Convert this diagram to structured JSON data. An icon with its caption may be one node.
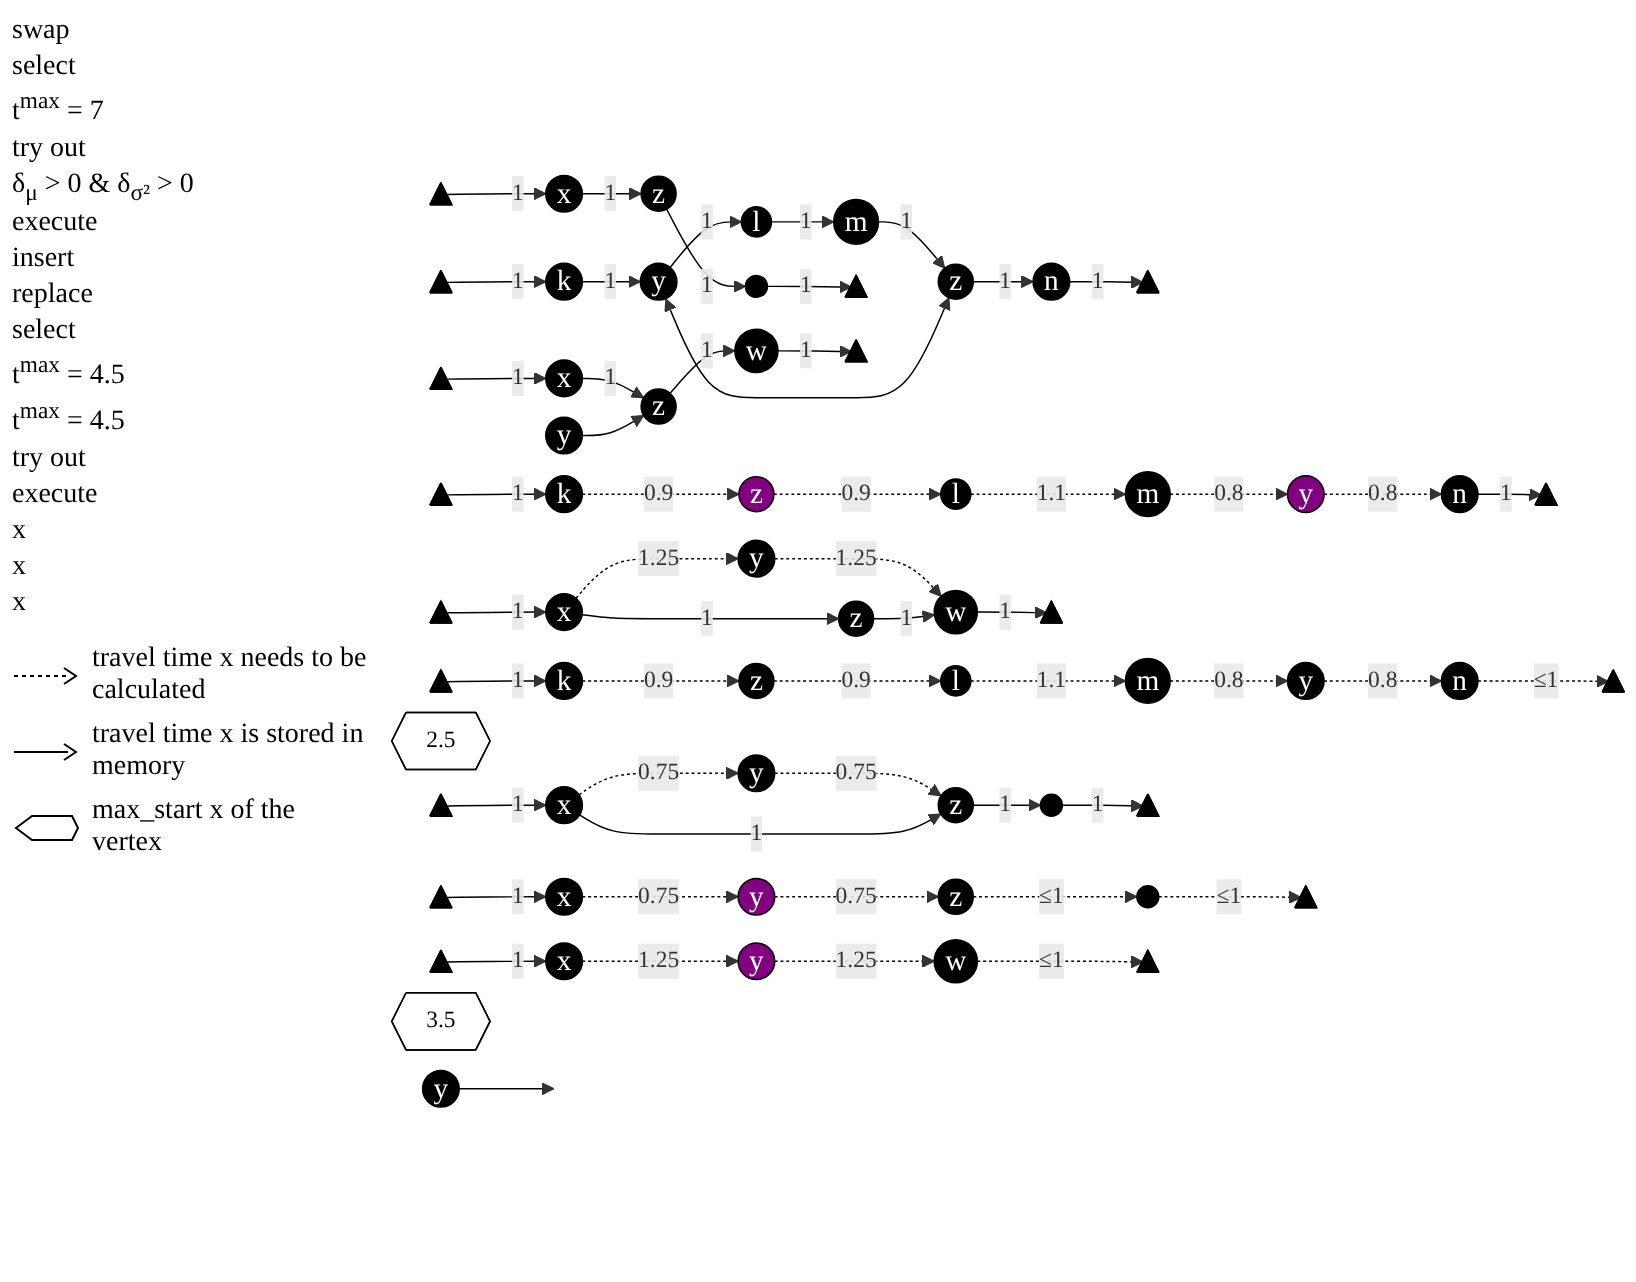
{
  "diagram": {
    "nodes": [
      {
        "text": [],
        "shape": "triangle"
      },
      {
        "text": [
          "k"
        ]
      },
      {
        "text": [
          "y"
        ]
      },
      {
        "text": [
          "l"
        ]
      },
      {
        "text": [
          "m"
        ]
      },
      {
        "text": [
          "z"
        ]
      },
      {
        "text": [
          "n"
        ]
      },
      {
        "text": [],
        "shape": "triangle"
      },
      {
        "text": [],
        "shape": "triangle"
      },
      {
        "text": [
          "k"
        ]
      },
      {
        "text": [
          "z"
        ]
      },
      {
        "text": [
          "l"
        ]
      },
      {
        "text": [
          "m"
        ]
      },
      {
        "text": [
          "y"
        ]
      },
      {
        "text": [
          "n"
        ]
      },
      {
        "text": [],
        "shape": "triangle"
      },
      {
        "text": [],
        "shape": "triangle"
      },
      {
        "text": [
          "k"
        ]
      },
      {
        "text": [
          "z"
        ]
      },
      {
        "text": [
          "l"
        ]
      },
      {
        "text": [
          "m"
        ]
      },
      {
        "text": [
          "y"
        ]
      },
      {
        "text": [
          "n"
        ]
      },
      {
        "text": [],
        "shape": "triangle"
      },
      {
        "text": [
          "y"
        ]
      },
      {
        "text": [],
        "shape": "triangle"
      },
      {
        "text": [
          "x"
        ]
      },
      {
        "text": [
          "z"
        ]
      },
      {
        "text": [],
        "shape": "circle"
      },
      {
        "text": [],
        "shape": "triangle"
      },
      {
        "text": [
          "y"
        ]
      },
      {
        "text": [],
        "shape": "triangle"
      },
      {
        "text": [
          "x"
        ]
      },
      {
        "text": [
          "z"
        ]
      },
      {
        "text": [],
        "shape": "circle"
      },
      {
        "text": [],
        "shape": "triangle"
      },
      {
        "text": [
          "2.5"
        ]
      },
      {
        "text": [],
        "shape": "triangle"
      },
      {
        "text": [
          "x"
        ]
      },
      {
        "text": [
          "y"
        ]
      },
      {
        "text": [
          "z"
        ]
      },
      {
        "text": [],
        "shape": "circle"
      },
      {
        "text": [],
        "shape": "triangle"
      },
      {
        "text": [
          "y"
        ]
      },
      {
        "text": [],
        "shape": "triangle"
      },
      {
        "text": [
          "x"
        ]
      },
      {
        "text": [
          "z"
        ]
      },
      {
        "text": [
          "w"
        ]
      },
      {
        "text": [],
        "shape": "triangle"
      },
      {
        "text": [
          "y"
        ]
      },
      {
        "text": [],
        "shape": "triangle"
      },
      {
        "text": [
          "x"
        ]
      },
      {
        "text": [
          "z"
        ]
      },
      {
        "text": [
          "w"
        ]
      },
      {
        "text": [],
        "shape": "triangle"
      },
      {
        "text": [
          "3.5"
        ]
      },
      {
        "text": [],
        "shape": "triangle"
      },
      {
        "text": [
          "x"
        ]
      },
      {
        "text": [
          "y"
        ]
      },
      {
        "text": [
          "w"
        ]
      },
      {
        "text": [],
        "shape": "triangle"
      }
    ],
    "edges": [
      {
        "from": 0,
        "to": 1,
        "arrow": "to",
        "label": "1"
      },
      {
        "from": 1,
        "to": 2,
        "arrow": "to",
        "label": "1"
      },
      {
        "from": 2,
        "to": 3,
        "arrow": "to",
        "label": "1"
      },
      {
        "from": 3,
        "to": 4,
        "arrow": "to",
        "label": "1"
      },
      {
        "from": 4,
        "to": 5,
        "arrow": "to",
        "label": "1"
      },
      {
        "from": 5,
        "to": 6,
        "arrow": "to",
        "label": "1"
      },
      {
        "from": 6,
        "to": 7,
        "arrow": "to",
        "label": "1"
      },
      {
        "from": 2,
        "to": 5,
        "arrow": "both"
      },
      {
        "from": 8,
        "to": 9,
        "arrow": "to",
        "label": "1"
      },
      {
        "from": 9,
        "to": 10,
        "arrow": "to",
        "label": "0.9",
        "style": "dashed"
      },
      {
        "from": 10,
        "to": 11,
        "arrow": "to",
        "label": "0.9",
        "style": "dashed"
      },
      {
        "from": 11,
        "to": 12,
        "arrow": "to",
        "label": "1.1",
        "style": "dashed"
      },
      {
        "from": 12,
        "to": 13,
        "arrow": "to",
        "label": "0.8",
        "style": "dashed"
      },
      {
        "from": 13,
        "to": 14,
        "arrow": "to",
        "label": "0.8",
        "style": "dashed"
      },
      {
        "from": 14,
        "to": 15,
        "arrow": "to",
        "label": "1"
      },
      {
        "from": 16,
        "to": 17,
        "arrow": "to",
        "label": "1"
      },
      {
        "from": 17,
        "to": 18,
        "arrow": "to",
        "label": "0.9",
        "style": "dashed"
      },
      {
        "from": 18,
        "to": 19,
        "arrow": "to",
        "label": "0.9",
        "style": "dashed"
      },
      {
        "from": 19,
        "to": 20,
        "arrow": "to",
        "label": "1.1",
        "style": "dashed"
      },
      {
        "from": 20,
        "to": 21,
        "arrow": "to",
        "label": "0.8",
        "style": "dashed"
      },
      {
        "from": 21,
        "to": 22,
        "arrow": "to",
        "label": "0.8",
        "style": "dashed"
      },
      {
        "from": 22,
        "to": 23,
        "arrow": "to",
        "label": "≤1",
        "style": "dashed"
      },
      {
        "from": 24,
        "to": null,
        "arrow": "to"
      },
      {
        "from": 25,
        "to": 26,
        "arrow": "to",
        "label": "1"
      },
      {
        "from": 26,
        "to": 27,
        "arrow": "to",
        "label": "1"
      },
      {
        "from": 27,
        "to": 28,
        "arrow": "to",
        "label": "1"
      },
      {
        "from": 28,
        "to": 29,
        "arrow": "to",
        "label": "1"
      },
      {
        "from": 31,
        "to": 32,
        "arrow": "to",
        "label": "1"
      },
      {
        "from": 32,
        "to": 30,
        "arrow": "to",
        "label": "0.75",
        "style": "dashed"
      },
      {
        "from": 30,
        "to": 33,
        "arrow": "to",
        "label": "0.75",
        "style": "dashed"
      },
      {
        "from": 32,
        "to": 33,
        "arrow": "to",
        "label": "1"
      },
      {
        "from": 33,
        "to": 34,
        "arrow": "to",
        "label": "1"
      },
      {
        "from": 34,
        "to": 35,
        "arrow": "to",
        "label": "1"
      },
      {
        "from": 37,
        "to": 38,
        "arrow": "to",
        "label": "1"
      },
      {
        "from": 38,
        "to": 39,
        "arrow": "to",
        "label": "0.75",
        "style": "dashed"
      },
      {
        "from": 39,
        "to": 40,
        "arrow": "to",
        "label": "0.75",
        "style": "dashed"
      },
      {
        "from": 40,
        "to": 41,
        "arrow": "to",
        "label": "≤1",
        "style": "dashed"
      },
      {
        "from": 41,
        "to": 42,
        "arrow": "to",
        "label": "≤1",
        "style": "dashed"
      },
      {
        "from": 44,
        "to": 45,
        "arrow": "to",
        "label": "1"
      },
      {
        "from": 45,
        "to": 46,
        "arrow": "to",
        "label": "1"
      },
      {
        "from": 43,
        "to": 46,
        "arrow": "to"
      },
      {
        "from": 46,
        "to": 47,
        "arrow": "to",
        "label": "1"
      },
      {
        "from": 47,
        "to": 48,
        "arrow": "to",
        "label": "1"
      },
      {
        "from": 50,
        "to": 51,
        "arrow": "to",
        "label": "1"
      },
      {
        "from": 51,
        "to": 49,
        "arrow": "to",
        "label": "1.25",
        "style": "dashed"
      },
      {
        "from": 49,
        "to": 53,
        "arrow": "to",
        "label": "1.25",
        "style": "dashed"
      },
      {
        "from": 51,
        "to": 52,
        "arrow": "to",
        "label": "1"
      },
      {
        "from": 52,
        "to": 53,
        "arrow": "to",
        "label": "1"
      },
      {
        "from": 53,
        "to": 54,
        "arrow": "to",
        "label": "1"
      },
      {
        "from": 56,
        "to": 57,
        "arrow": "to",
        "label": "1"
      },
      {
        "from": 57,
        "to": 58,
        "arrow": "to",
        "label": "1.25",
        "style": "dashed"
      },
      {
        "from": 58,
        "to": 59,
        "arrow": "to",
        "label": "1.25",
        "style": "dashed"
      },
      {
        "from": 59,
        "to": 60,
        "arrow": "to",
        "label": "≤1",
        "style": "dashed"
      }
    ],
    "labels": [
      "swap",
      "select",
      "t$^{max}$ = 7",
      "try out",
      "δ$_{μ}$ > 0 & δ$_{σ²}$ > 0",
      "execute",
      "insert",
      "replace",
      "select",
      "t$^{max}$ = 4.5",
      "t$^{max}$ = 4.5",
      "try out",
      "execute",
      "x",
      "x",
      "x"
    ],
    "legend": [
      {
        "text": "travel time x needs to be calculated"
      },
      {
        "text": "travel time x is stored in memory"
      },
      {
        "text": "max_start x of the vertex"
      }
    ]
  }
}
